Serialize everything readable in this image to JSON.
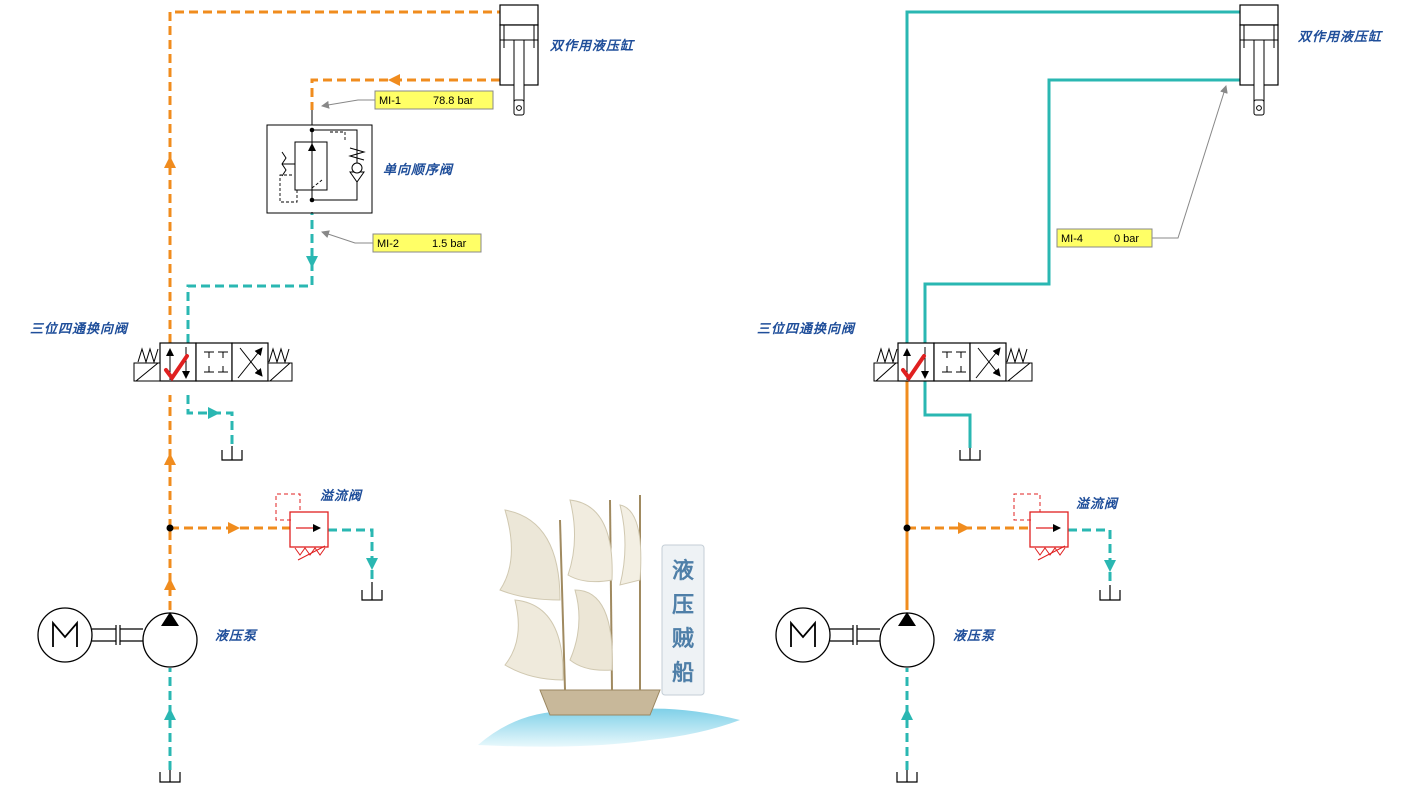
{
  "colors": {
    "pressure": "#f08c1e",
    "return": "#2ab7b2",
    "relief": "#e02020",
    "label": "#1f4e9a",
    "gauge_bg": "#ffff66",
    "symbol": "#000000"
  },
  "left_circuit": {
    "cylinder_label": "双作用液压缸",
    "sequence_valve_label": "单向顺序阀",
    "directional_valve_label": "三位四通换向阀",
    "relief_valve_label": "溢流阀",
    "pump_label": "液压泵",
    "gauges": [
      {
        "name": "MI-1",
        "value": "78.8 bar"
      },
      {
        "name": "MI-2",
        "value": "1.5 bar"
      }
    ]
  },
  "right_circuit": {
    "cylinder_label": "双作用液压缸",
    "directional_valve_label": "三位四通换向阀",
    "relief_valve_label": "溢流阀",
    "pump_label": "液压泵",
    "gauges": [
      {
        "name": "MI-4",
        "value": "0 bar"
      }
    ]
  },
  "logo": {
    "chars": [
      "液",
      "压",
      "贼",
      "船"
    ]
  }
}
